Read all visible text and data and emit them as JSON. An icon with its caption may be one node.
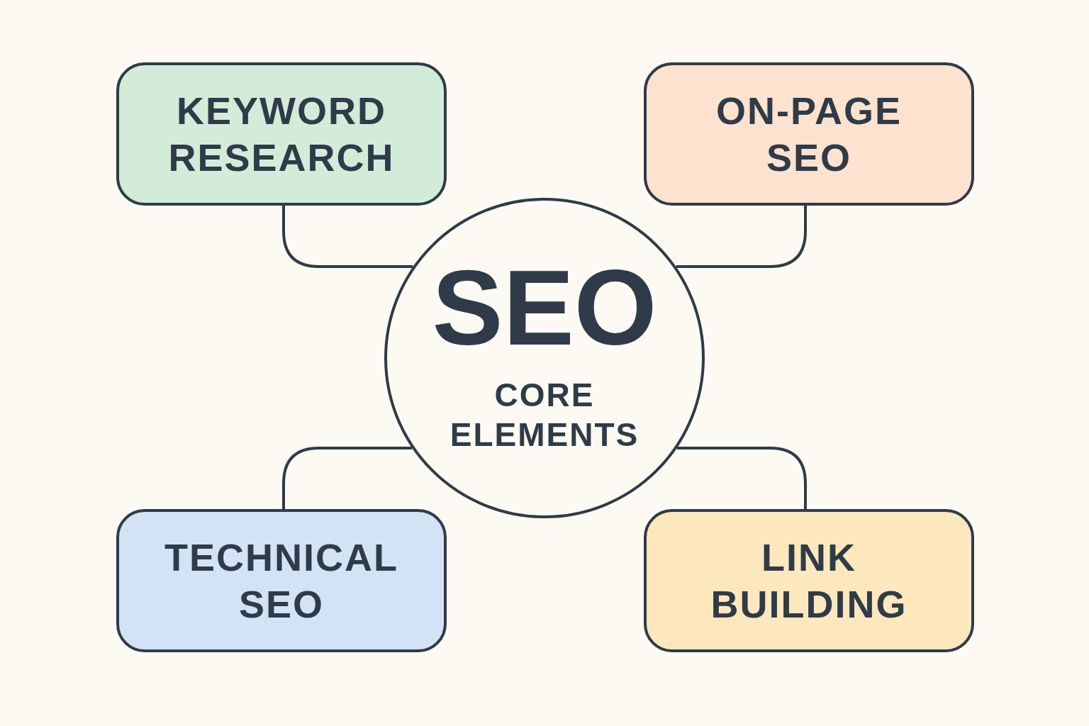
{
  "diagram": {
    "nodes": [
      {
        "text": [
          "KEYWORD RESEARCH"
        ]
      },
      {
        "text": [
          "ON-PAGE SEO"
        ]
      },
      {
        "text": [
          "SEO",
          "CORE ELEMENTS"
        ]
      },
      {
        "text": [
          "TECHNICAL SEO"
        ]
      },
      {
        "text": [
          "LINK BUILDING"
        ]
      }
    ],
    "edges": [
      {
        "from": 0,
        "to": 2,
        "arrow": "none"
      },
      {
        "from": 1,
        "to": 2,
        "arrow": "none"
      },
      {
        "from": 3,
        "to": 2,
        "arrow": "none"
      },
      {
        "from": 4,
        "to": 2,
        "arrow": "none"
      }
    ]
  }
}
